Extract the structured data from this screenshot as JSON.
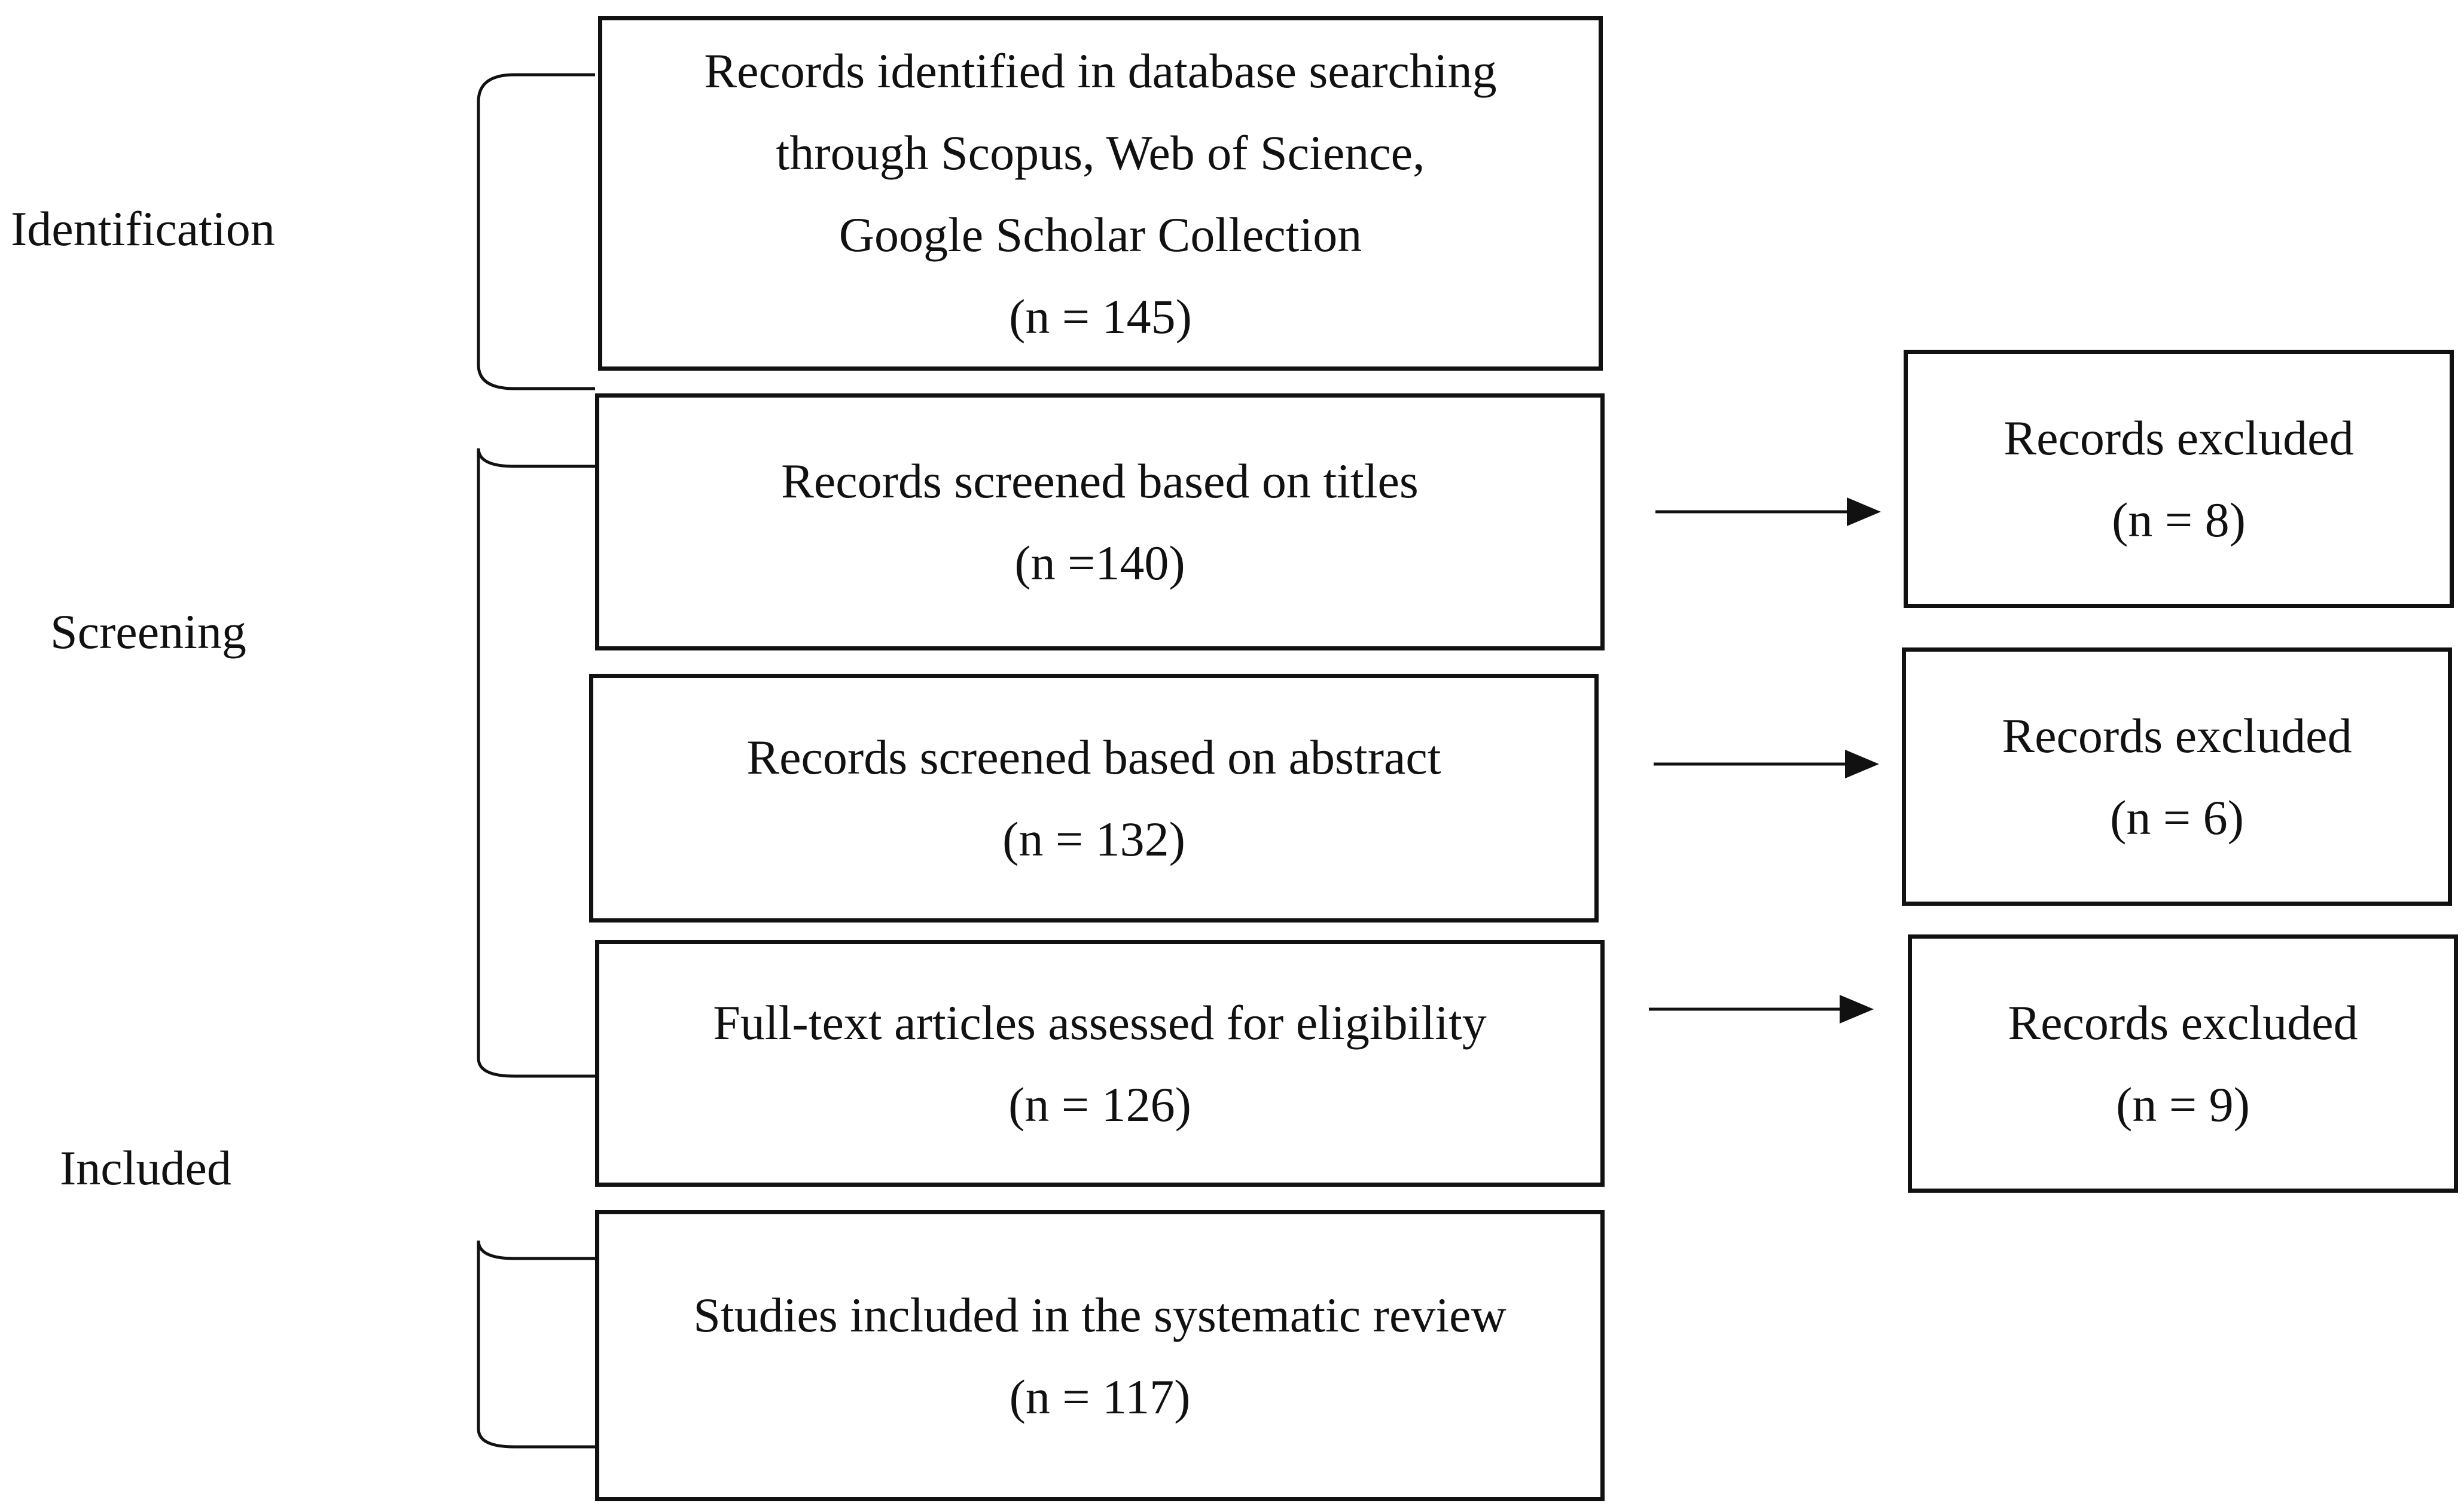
{
  "phases": {
    "identification": "Identification",
    "screening": "Screening",
    "included": "Included"
  },
  "main_boxes": [
    {
      "lines": [
        "Records identified in database searching",
        "through Scopus, Web of Science,",
        "Google Scholar Collection",
        "(n = 145)"
      ]
    },
    {
      "lines": [
        "Records screened based on titles",
        "(n =140)"
      ]
    },
    {
      "lines": [
        "Records screened based on abstract",
        "(n = 132)"
      ]
    },
    {
      "lines": [
        "Full-text articles assessed for eligibility",
        "(n = 126)"
      ]
    },
    {
      "lines": [
        "Studies included in the systematic review",
        "(n = 117)"
      ]
    }
  ],
  "excluded_boxes": [
    {
      "lines": [
        "Records excluded",
        "(n = 8)"
      ]
    },
    {
      "lines": [
        "Records excluded",
        "(n = 6)"
      ]
    },
    {
      "lines": [
        "Records excluded",
        "(n = 9)"
      ]
    }
  ]
}
